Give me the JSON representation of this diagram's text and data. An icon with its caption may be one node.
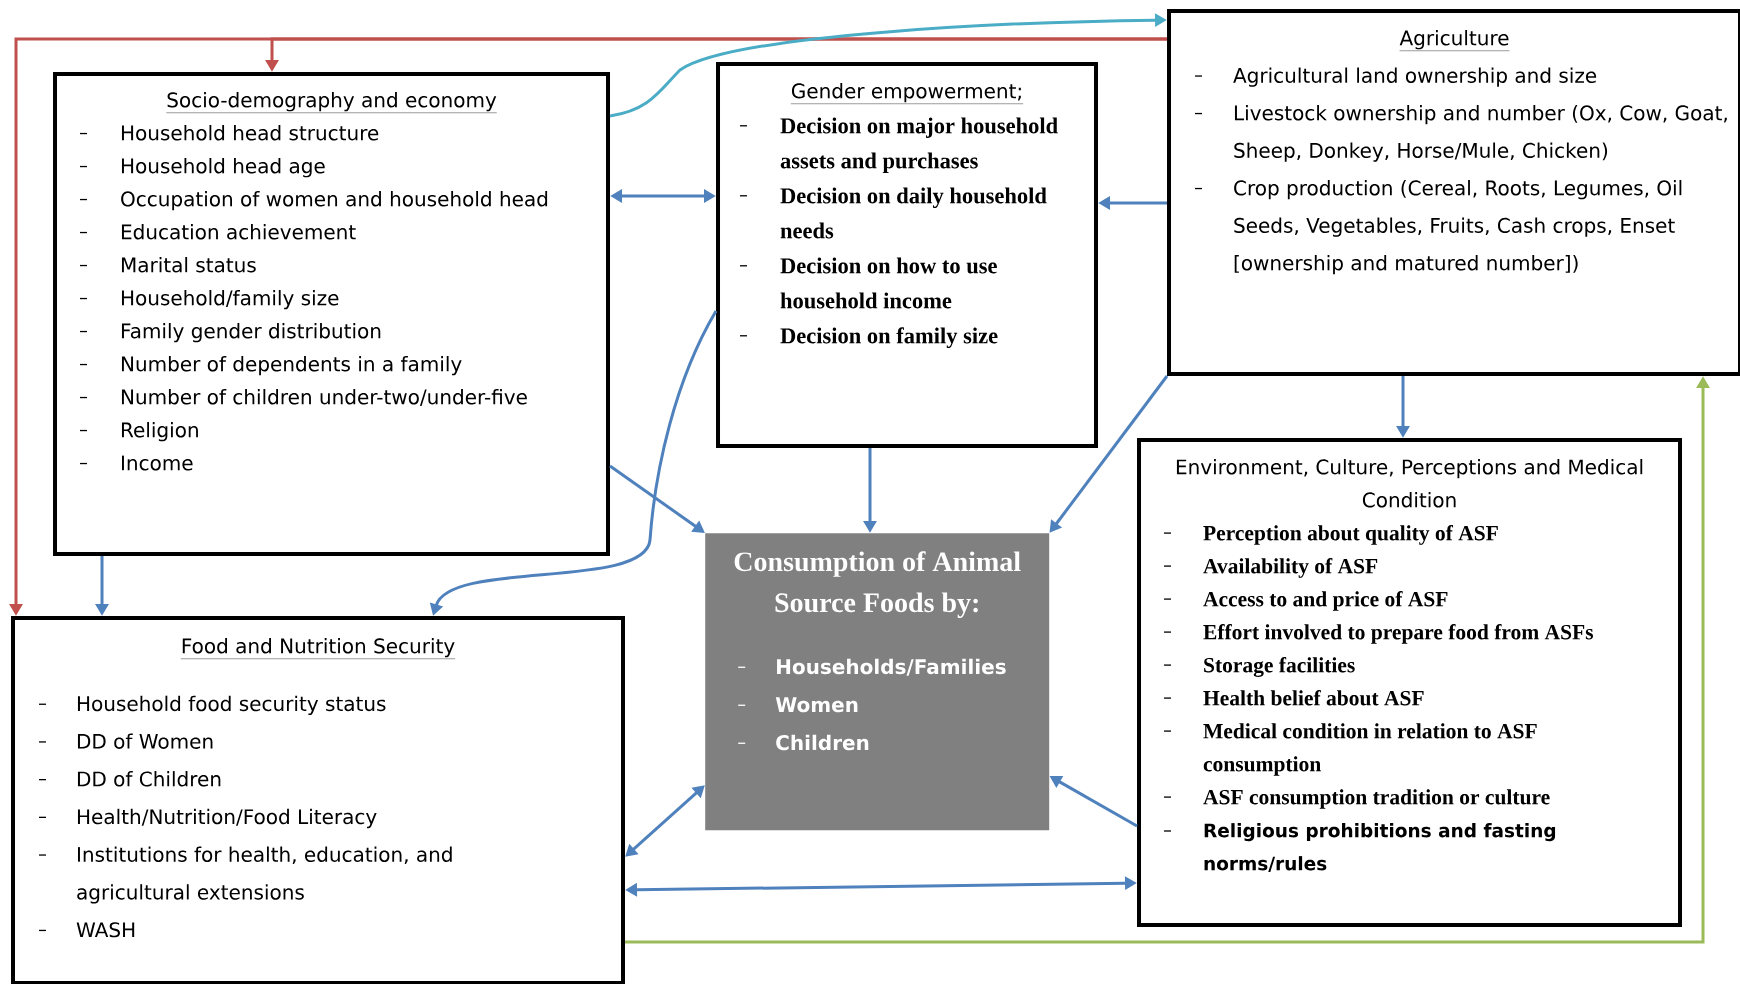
{
  "diagram": {
    "nodes": [
      {
        "text": [
          "Socio-demography and economy",
          "Household head structure",
          "Household head age",
          "Occupation of women and household head",
          "Education achievement",
          "Marital status",
          "Household/family size",
          "Family gender distribution",
          "Number of dependents in a family",
          "Number of children under-two/under-five",
          "Religion",
          "Income"
        ]
      },
      {
        "text": [
          "Gender empowerment;",
          "Decision on major household assets and purchases",
          "Decision on daily household needs",
          "Decision on how to use household income",
          "Decision on family size"
        ]
      },
      {
        "text": [
          "Agriculture",
          "Agricultural land ownership and size",
          "Livestock ownership and number (Ox, Cow, Goat, Sheep, Donkey, Horse/Mule, Chicken)",
          "Crop production (Cereal, Roots, Legumes, Oil Seeds, Vegetables, Fruits, Cash crops, Enset [ownership and matured number])"
        ]
      },
      {
        "text": [
          "Consumption of Animal Source Foods by:",
          "Households/Families",
          "Women",
          "Children"
        ]
      },
      {
        "text": [
          "Environment, Culture, Perceptions and Medical Condition",
          "Perception about quality of ASF",
          "Availability of ASF",
          "Access to and price of ASF",
          "Effort involved to prepare food from ASFs",
          "Storage facilities",
          "Health belief about ASF",
          "Medical condition in relation to ASF consumption",
          "ASF consumption tradition or culture",
          "Religious prohibitions and fasting norms/rules"
        ]
      },
      {
        "text": [
          "Food and Nutrition Security",
          "Household food security status",
          "DD of Women",
          "DD of Children",
          "Health/Nutrition/Food Literacy",
          "Institutions for health, education, and agricultural extensions",
          "WASH"
        ]
      }
    ],
    "edges": [
      {
        "from": 2,
        "to": 0,
        "arrow": "to",
        "color": "#c0504d"
      },
      {
        "from": 2,
        "to": 5,
        "arrow": "to",
        "color": "#c0504d"
      },
      {
        "from": 0,
        "to": 2,
        "arrow": "to",
        "color": "#4bacc6"
      },
      {
        "from": 0,
        "to": 1,
        "arrow": "both"
      },
      {
        "from": 2,
        "to": 1,
        "arrow": "to"
      },
      {
        "from": 1,
        "to": 5,
        "arrow": "to"
      },
      {
        "from": 0,
        "to": 3,
        "arrow": "to"
      },
      {
        "from": 1,
        "to": 3,
        "arrow": "to"
      },
      {
        "from": 2,
        "to": 3,
        "arrow": "to"
      },
      {
        "from": 2,
        "to": 4,
        "arrow": "to"
      },
      {
        "from": 0,
        "to": 5,
        "arrow": "to"
      },
      {
        "from": 5,
        "to": 3,
        "arrow": "both"
      },
      {
        "from": 4,
        "to": 3,
        "arrow": "to"
      },
      {
        "from": 5,
        "to": 4,
        "arrow": "both"
      },
      {
        "from": 5,
        "to": 2,
        "arrow": "to",
        "color": "#9bbb59"
      }
    ]
  }
}
